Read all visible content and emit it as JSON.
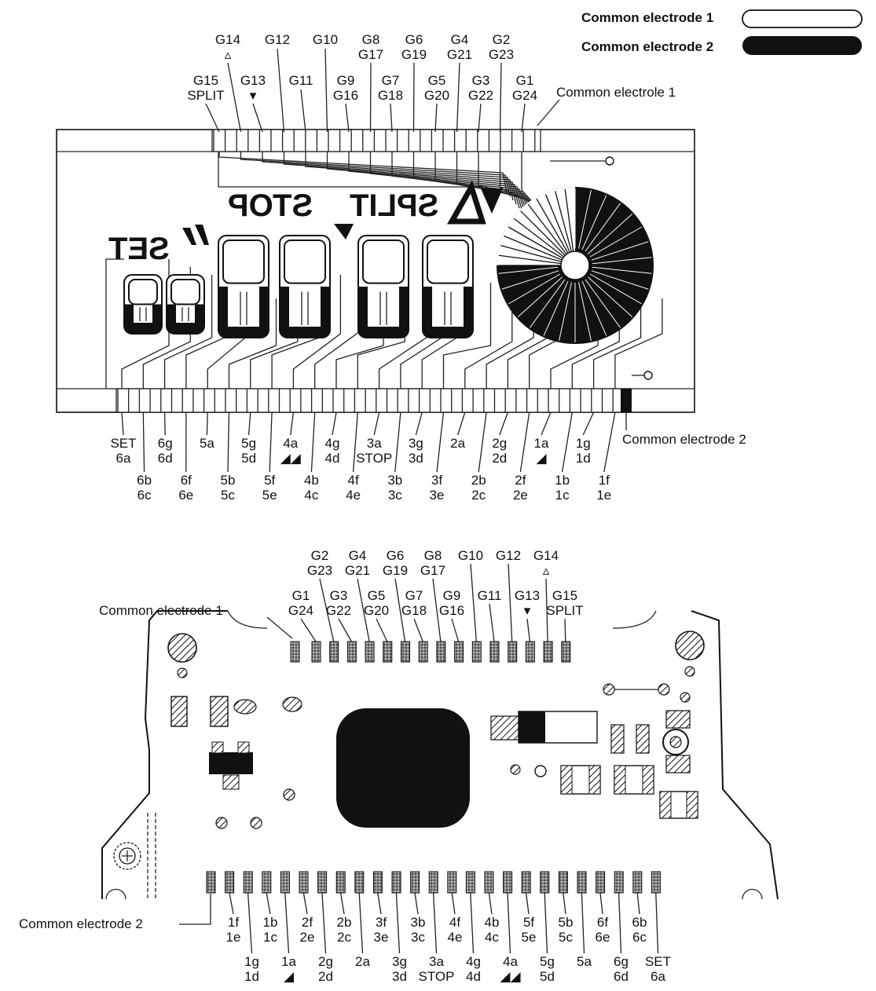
{
  "legend": {
    "item1": "Common electrode 1",
    "item2": "Common electrode 2"
  },
  "top_diagram": {
    "lcd_words": {
      "stop": "STOP",
      "split": "SPLIT",
      "set": "SET"
    },
    "common_electrode_top": "Common electrole 1",
    "common_electrode_bottom": "Common electrode 2",
    "top_pins": [
      {
        "l1": "G15",
        "l2": "SPLIT"
      },
      {
        "l1": "G14",
        "l2": "▵"
      },
      {
        "l1": "G13",
        "l2": "▾"
      },
      {
        "l1": "G12",
        "l2": ""
      },
      {
        "l1": "G11",
        "l2": ""
      },
      {
        "l1": "G10",
        "l2": ""
      },
      {
        "l1": "G9",
        "l2": "G16"
      },
      {
        "l1": "G8",
        "l2": "G17"
      },
      {
        "l1": "G7",
        "l2": "G18"
      },
      {
        "l1": "G6",
        "l2": "G19"
      },
      {
        "l1": "G5",
        "l2": "G20"
      },
      {
        "l1": "G4",
        "l2": "G21"
      },
      {
        "l1": "G3",
        "l2": "G22"
      },
      {
        "l1": "G2",
        "l2": "G23"
      },
      {
        "l1": "G1",
        "l2": "G24"
      }
    ],
    "bottom_pins": [
      {
        "l1": "SET",
        "l2": "6a"
      },
      {
        "l1": "6b",
        "l2": "6c"
      },
      {
        "l1": "6g",
        "l2": "6d"
      },
      {
        "l1": "6f",
        "l2": "6e"
      },
      {
        "l1": "5a",
        "l2": ""
      },
      {
        "l1": "5b",
        "l2": "5c"
      },
      {
        "l1": "5g",
        "l2": "5d"
      },
      {
        "l1": "5f",
        "l2": "5e"
      },
      {
        "l1": "4a",
        "l2": "◢◢"
      },
      {
        "l1": "4b",
        "l2": "4c"
      },
      {
        "l1": "4g",
        "l2": "4d"
      },
      {
        "l1": "4f",
        "l2": "4e"
      },
      {
        "l1": "3a",
        "l2": "STOP"
      },
      {
        "l1": "3b",
        "l2": "3c"
      },
      {
        "l1": "3g",
        "l2": "3d"
      },
      {
        "l1": "3f",
        "l2": "3e"
      },
      {
        "l1": "2a",
        "l2": ""
      },
      {
        "l1": "2b",
        "l2": "2c"
      },
      {
        "l1": "2g",
        "l2": "2d"
      },
      {
        "l1": "2f",
        "l2": "2e"
      },
      {
        "l1": "1a",
        "l2": "◢"
      },
      {
        "l1": "1b",
        "l2": "1c"
      },
      {
        "l1": "1g",
        "l2": "1d"
      },
      {
        "l1": "1f",
        "l2": "1e"
      }
    ]
  },
  "bottom_diagram": {
    "common_electrode_top": "Common electrode 1",
    "common_electrode_bottom": "Common electrode 2",
    "top_pins": [
      {
        "l1": "G1",
        "l2": "G24"
      },
      {
        "l1": "G2",
        "l2": "G23"
      },
      {
        "l1": "G3",
        "l2": "G22"
      },
      {
        "l1": "G4",
        "l2": "G21"
      },
      {
        "l1": "G5",
        "l2": "G20"
      },
      {
        "l1": "G6",
        "l2": "G19"
      },
      {
        "l1": "G7",
        "l2": "G18"
      },
      {
        "l1": "G8",
        "l2": "G17"
      },
      {
        "l1": "G9",
        "l2": "G16"
      },
      {
        "l1": "G10",
        "l2": ""
      },
      {
        "l1": "G11",
        "l2": ""
      },
      {
        "l1": "G12",
        "l2": ""
      },
      {
        "l1": "G13",
        "l2": "▾"
      },
      {
        "l1": "G14",
        "l2": "▵"
      },
      {
        "l1": "G15",
        "l2": "SPLIT"
      }
    ],
    "bottom_pins": [
      {
        "l1": "1f",
        "l2": "1e"
      },
      {
        "l1": "1g",
        "l2": "1d"
      },
      {
        "l1": "1b",
        "l2": "1c"
      },
      {
        "l1": "1a",
        "l2": "◢"
      },
      {
        "l1": "2f",
        "l2": "2e"
      },
      {
        "l1": "2g",
        "l2": "2d"
      },
      {
        "l1": "2b",
        "l2": "2c"
      },
      {
        "l1": "2a",
        "l2": ""
      },
      {
        "l1": "3f",
        "l2": "3e"
      },
      {
        "l1": "3g",
        "l2": "3d"
      },
      {
        "l1": "3b",
        "l2": "3c"
      },
      {
        "l1": "3a",
        "l2": "STOP"
      },
      {
        "l1": "4f",
        "l2": "4e"
      },
      {
        "l1": "4g",
        "l2": "4d"
      },
      {
        "l1": "4b",
        "l2": "4c"
      },
      {
        "l1": "4a",
        "l2": "◢◢"
      },
      {
        "l1": "5f",
        "l2": "5e"
      },
      {
        "l1": "5g",
        "l2": "5d"
      },
      {
        "l1": "5b",
        "l2": "5c"
      },
      {
        "l1": "5a",
        "l2": ""
      },
      {
        "l1": "6f",
        "l2": "6e"
      },
      {
        "l1": "6g",
        "l2": "6d"
      },
      {
        "l1": "6b",
        "l2": "6c"
      },
      {
        "l1": "SET",
        "l2": "6a"
      }
    ]
  }
}
